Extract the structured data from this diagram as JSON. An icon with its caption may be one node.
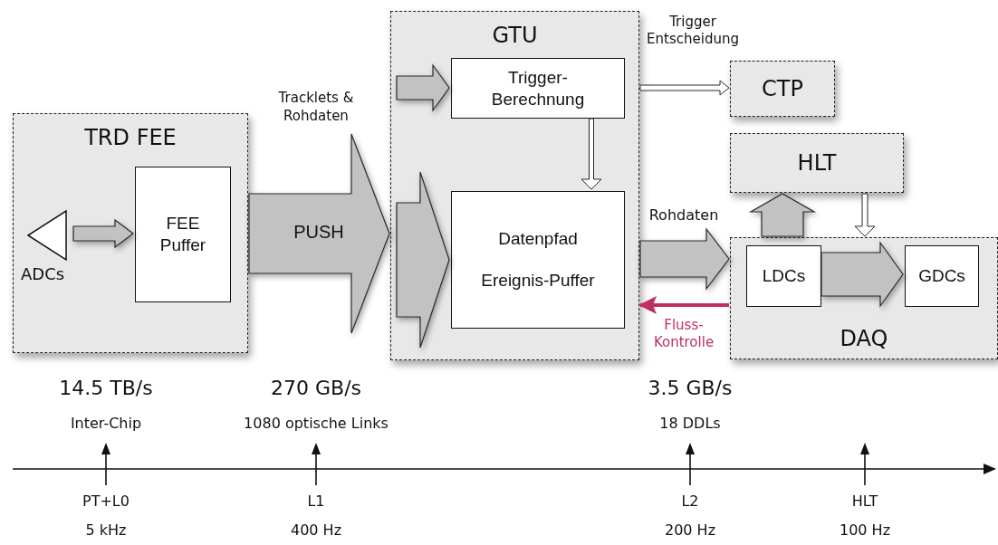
{
  "diagram": {
    "nodes": [
      {
        "text": [
          "TRD FEE"
        ]
      },
      {
        "text": [
          "ADCs"
        ],
        "in": 0
      },
      {
        "text": [
          "FEE Puffer"
        ],
        "in": 0
      },
      {
        "text": [
          "GTU"
        ]
      },
      {
        "text": [
          "Trigger- Berechnung"
        ],
        "in": 3
      },
      {
        "text": [
          "Datenpfad",
          "Ereignis-Puffer"
        ],
        "in": 3
      },
      {
        "text": [
          "CTP"
        ]
      },
      {
        "text": [
          "HLT"
        ]
      },
      {
        "text": [
          "DAQ"
        ]
      },
      {
        "text": [
          "LDCs"
        ],
        "in": 8
      },
      {
        "text": [
          "GDCs"
        ],
        "in": 8
      }
    ],
    "edges": [
      {
        "from": 1,
        "to": 2,
        "arrow": "to",
        "style": "thick"
      },
      {
        "from": 0,
        "to": 3,
        "arrow": "to",
        "style": "thick",
        "label": "PUSH"
      },
      {
        "from": null,
        "to": 4,
        "arrow": "to",
        "style": "thick"
      },
      {
        "from": null,
        "to": 5,
        "arrow": "to",
        "style": "thick"
      },
      {
        "from": 4,
        "to": 5,
        "arrow": "to"
      },
      {
        "from": 3,
        "to": 6,
        "arrow": "to",
        "label": "Trigger Entscheidung"
      },
      {
        "from": 3,
        "to": 8,
        "arrow": "to",
        "style": "thick",
        "label": "Rohdaten"
      },
      {
        "from": 8,
        "to": 3,
        "arrow": "to",
        "color": "#c0305c",
        "label": "Fluss- Kontrolle"
      },
      {
        "from": 8,
        "to": 7,
        "arrow": "to",
        "style": "thick"
      },
      {
        "from": 7,
        "to": 8,
        "arrow": "to"
      },
      {
        "from": 9,
        "to": 10,
        "arrow": "to",
        "style": "thick"
      }
    ],
    "labels": [
      "Tracklets & Rohdaten",
      "14.5 TB/s",
      "270 GB/s",
      "3.5 GB/s",
      "Inter-Chip",
      "1080 optische Links",
      "18 DDLs",
      "PT+L0",
      "L1",
      "L2",
      "HLT",
      "5 kHz",
      "400 Hz",
      "200 Hz",
      "100 Hz"
    ]
  }
}
